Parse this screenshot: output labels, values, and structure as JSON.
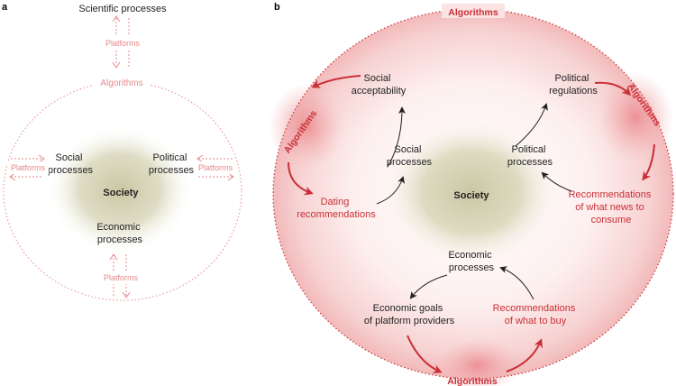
{
  "panel_a": {
    "tag": "a",
    "scientific_processes": "Scientific processes",
    "platforms_top": "Platforms",
    "algorithms": "Algorithms",
    "social": [
      "Social",
      "processes"
    ],
    "political": [
      "Political",
      "processes"
    ],
    "platforms_left": "Platforms",
    "platforms_right": "Platforms",
    "society": "Society",
    "economic": [
      "Economic",
      "processes"
    ],
    "platforms_bottom": "Platforms"
  },
  "panel_b": {
    "tag": "b",
    "algorithms_top": "Algorithms",
    "algorithms_left": "Algorithms",
    "algorithms_right": "Algorithms",
    "algorithms_bottom": "Algorithms",
    "social_acceptability": [
      "Social",
      "acceptability"
    ],
    "political_regulations": [
      "Political",
      "regulations"
    ],
    "social_processes": [
      "Social",
      "processes"
    ],
    "political_processes": [
      "Political",
      "processes"
    ],
    "society": "Society",
    "dating": [
      "Dating",
      "recommendations"
    ],
    "news": [
      "Recommendations",
      "of what news to",
      "consume"
    ],
    "economic_processes": [
      "Economic",
      "processes"
    ],
    "economic_goals": [
      "Economic goals",
      "of platform providers"
    ],
    "buy": [
      "Recommendations",
      "of what to buy"
    ]
  },
  "colors": {
    "society_blob": "#c9c7a3",
    "algorithm_pink": "#e7888a",
    "algorithm_red": "#c92f36",
    "circle_fill": "#f6c6c7"
  }
}
